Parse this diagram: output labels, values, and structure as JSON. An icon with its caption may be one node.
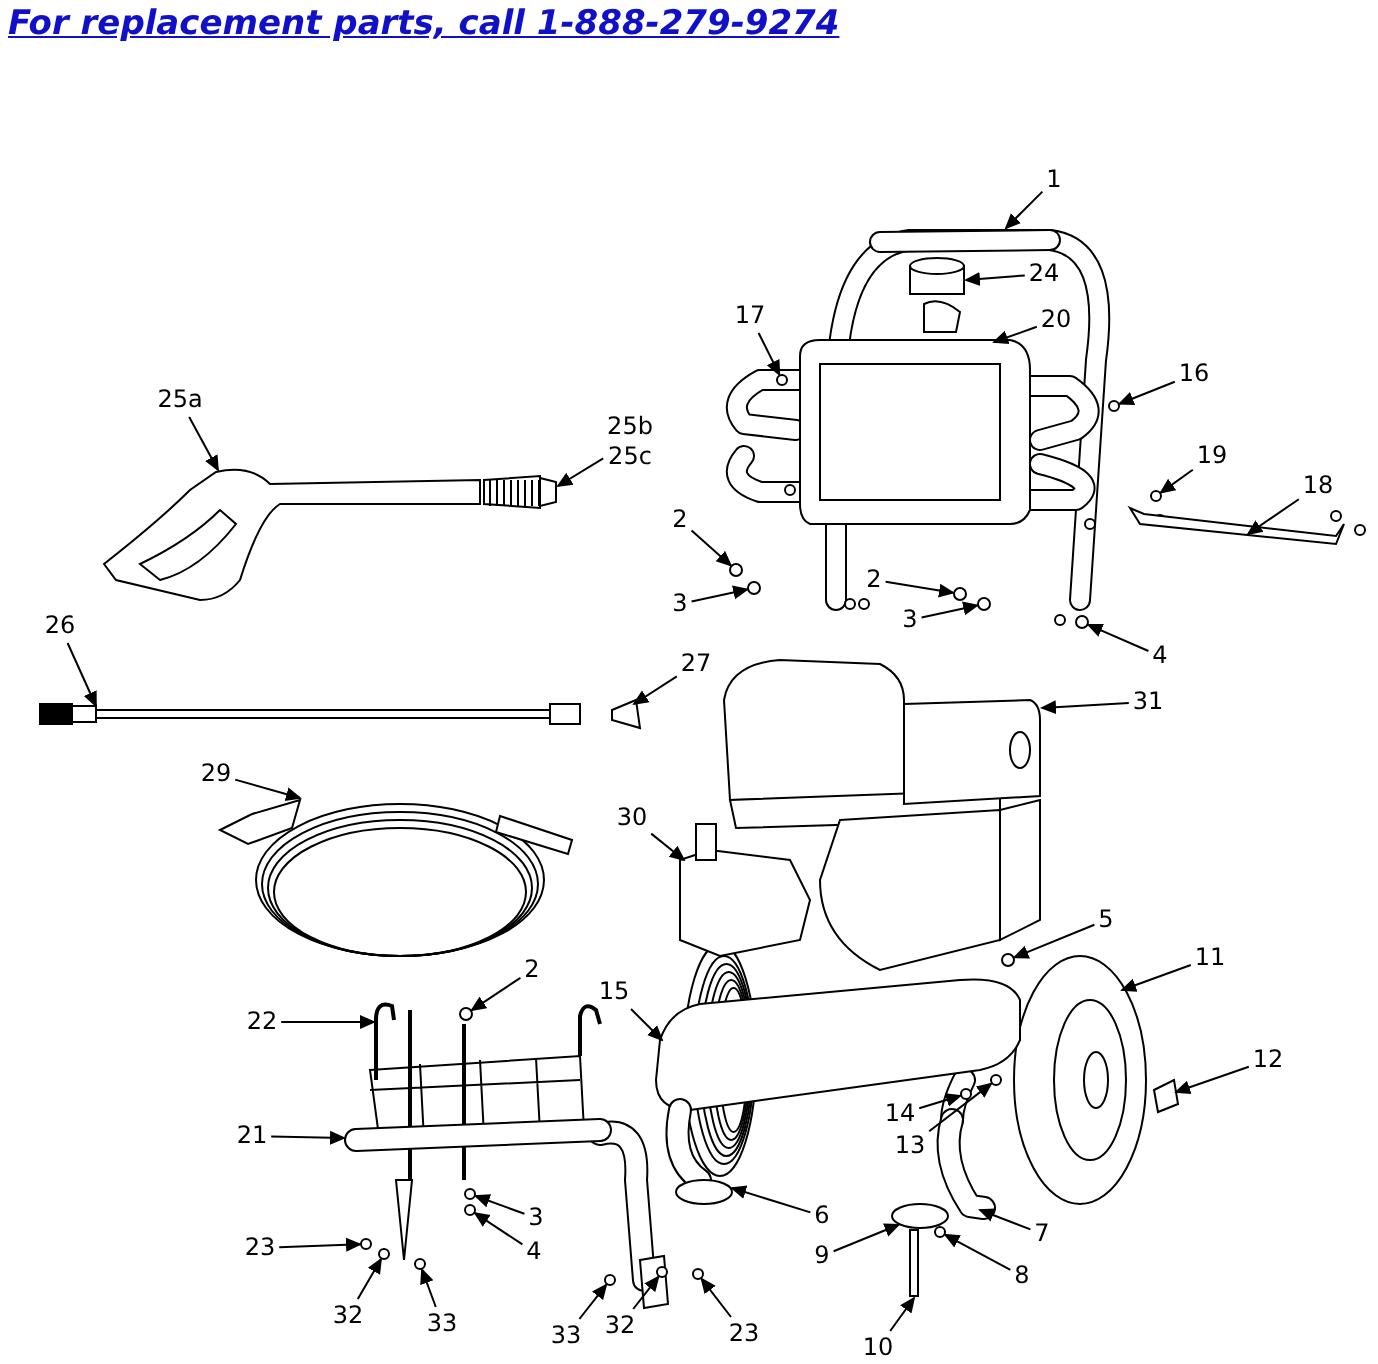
{
  "diagram": {
    "title": "For replacement parts, call 1-888-279-9274",
    "nodes": [
      {
        "text": [
          "1"
        ]
      },
      {
        "text": [
          "24"
        ]
      },
      {
        "text": [
          "20"
        ]
      },
      {
        "text": [
          "17"
        ]
      },
      {
        "text": [
          "16"
        ]
      },
      {
        "text": [
          "25a"
        ]
      },
      {
        "text": [
          "25b",
          "25c"
        ]
      },
      {
        "text": [
          "19"
        ]
      },
      {
        "text": [
          "18"
        ]
      },
      {
        "text": [
          "2"
        ]
      },
      {
        "text": [
          "3"
        ]
      },
      {
        "text": [
          "2"
        ]
      },
      {
        "text": [
          "3"
        ]
      },
      {
        "text": [
          "4"
        ]
      },
      {
        "text": [
          "26"
        ]
      },
      {
        "text": [
          "27"
        ]
      },
      {
        "text": [
          "31"
        ]
      },
      {
        "text": [
          "29"
        ]
      },
      {
        "text": [
          "30"
        ]
      },
      {
        "text": [
          "5"
        ]
      },
      {
        "text": [
          "11"
        ]
      },
      {
        "text": [
          "12"
        ]
      },
      {
        "text": [
          "15"
        ]
      },
      {
        "text": [
          "2"
        ]
      },
      {
        "text": [
          "22"
        ]
      },
      {
        "text": [
          "14"
        ]
      },
      {
        "text": [
          "13"
        ]
      },
      {
        "text": [
          "21"
        ]
      },
      {
        "text": [
          "6"
        ]
      },
      {
        "text": [
          "7"
        ]
      },
      {
        "text": [
          "3"
        ]
      },
      {
        "text": [
          "4"
        ]
      },
      {
        "text": [
          "9"
        ]
      },
      {
        "text": [
          "8"
        ]
      },
      {
        "text": [
          "23"
        ]
      },
      {
        "text": [
          "32"
        ]
      },
      {
        "text": [
          "33"
        ]
      },
      {
        "text": [
          "33"
        ]
      },
      {
        "text": [
          "32"
        ]
      },
      {
        "text": [
          "23"
        ]
      },
      {
        "text": [
          "10"
        ]
      },
      {
        "text": [],
        "shape": "picture"
      },
      {
        "text": [],
        "shape": "cylinder"
      },
      {
        "text": [],
        "shape": "picture"
      },
      {
        "text": [],
        "shape": "circle"
      },
      {
        "text": [],
        "shape": "circle"
      },
      {
        "text": [],
        "shape": "picture"
      },
      {
        "text": [],
        "shape": "picture"
      },
      {
        "text": [],
        "shape": "circle"
      },
      {
        "text": [],
        "shape": "picture"
      },
      {
        "text": [],
        "shape": "circle"
      },
      {
        "text": [],
        "shape": "circle"
      },
      {
        "text": [],
        "shape": "circle"
      },
      {
        "text": [],
        "shape": "circle"
      },
      {
        "text": [],
        "shape": "circle"
      },
      {
        "text": [],
        "shape": "picture"
      },
      {
        "text": [],
        "shape": "picture"
      },
      {
        "text": [],
        "shape": "picture"
      },
      {
        "text": [],
        "shape": "picture"
      },
      {
        "text": [],
        "shape": "picture"
      },
      {
        "text": [],
        "shape": "circle"
      },
      {
        "text": [],
        "shape": "picture"
      },
      {
        "text": [],
        "shape": "picture"
      },
      {
        "text": [],
        "shape": "picture"
      },
      {
        "text": [],
        "shape": "circle"
      },
      {
        "text": [],
        "shape": "picture"
      },
      {
        "text": [],
        "shape": "circle"
      },
      {
        "text": [],
        "shape": "circle"
      },
      {
        "text": [],
        "shape": "picture"
      },
      {
        "text": [],
        "shape": "picture"
      },
      {
        "text": [],
        "shape": "picture"
      },
      {
        "text": [],
        "shape": "circle"
      },
      {
        "text": [],
        "shape": "circle"
      },
      {
        "text": [],
        "shape": "circle"
      },
      {
        "text": [],
        "shape": "circle"
      },
      {
        "text": [],
        "shape": "circle"
      },
      {
        "text": [],
        "shape": "circle"
      },
      {
        "text": [],
        "shape": "circle"
      },
      {
        "text": [],
        "shape": "circle"
      },
      {
        "text": [],
        "shape": "circle"
      },
      {
        "text": [],
        "shape": "circle"
      },
      {
        "text": [],
        "shape": "box"
      }
    ],
    "edges": [
      {
        "from": 0,
        "to": 41,
        "arrow": "to"
      },
      {
        "from": 1,
        "to": 42,
        "arrow": "to"
      },
      {
        "from": 2,
        "to": 43,
        "arrow": "to"
      },
      {
        "from": 3,
        "to": 44,
        "arrow": "to"
      },
      {
        "from": 4,
        "to": 45,
        "arrow": "to"
      },
      {
        "from": 5,
        "to": 46,
        "arrow": "to"
      },
      {
        "from": 6,
        "to": 47,
        "arrow": "to"
      },
      {
        "from": 7,
        "to": 48,
        "arrow": "to"
      },
      {
        "from": 8,
        "to": 49,
        "arrow": "to"
      },
      {
        "from": 9,
        "to": 50,
        "arrow": "to"
      },
      {
        "from": 10,
        "to": 51,
        "arrow": "to"
      },
      {
        "from": 11,
        "to": 52,
        "arrow": "to"
      },
      {
        "from": 12,
        "to": 53,
        "arrow": "to"
      },
      {
        "from": 13,
        "to": 54,
        "arrow": "to"
      },
      {
        "from": 14,
        "to": 55,
        "arrow": "to"
      },
      {
        "from": 15,
        "to": 56,
        "arrow": "to"
      },
      {
        "from": 16,
        "to": 57,
        "arrow": "to"
      },
      {
        "from": 17,
        "to": 58,
        "arrow": "to"
      },
      {
        "from": 18,
        "to": 59,
        "arrow": "to"
      },
      {
        "from": 19,
        "to": 60,
        "arrow": "to"
      },
      {
        "from": 20,
        "to": 61,
        "arrow": "to"
      },
      {
        "from": 21,
        "to": 62,
        "arrow": "to"
      },
      {
        "from": 22,
        "to": 63,
        "arrow": "to"
      },
      {
        "from": 23,
        "to": 64,
        "arrow": "to"
      },
      {
        "from": 24,
        "to": 65,
        "arrow": "to"
      },
      {
        "from": 25,
        "to": 66,
        "arrow": "to"
      },
      {
        "from": 26,
        "to": 67,
        "arrow": "to"
      },
      {
        "from": 27,
        "to": 68,
        "arrow": "to"
      },
      {
        "from": 28,
        "to": 69,
        "arrow": "to"
      },
      {
        "from": 29,
        "to": 70,
        "arrow": "to"
      },
      {
        "from": 30,
        "to": 71,
        "arrow": "to"
      },
      {
        "from": 31,
        "to": 72,
        "arrow": "to"
      },
      {
        "from": 32,
        "to": 73,
        "arrow": "to"
      },
      {
        "from": 33,
        "to": 74,
        "arrow": "to"
      },
      {
        "from": 34,
        "to": 75,
        "arrow": "to"
      },
      {
        "from": 35,
        "to": 76,
        "arrow": "to"
      },
      {
        "from": 36,
        "to": 77,
        "arrow": "to"
      },
      {
        "from": 37,
        "to": 78,
        "arrow": "to"
      },
      {
        "from": 38,
        "to": 79,
        "arrow": "to"
      },
      {
        "from": 39,
        "to": 80,
        "arrow": "to"
      },
      {
        "from": 40,
        "to": 81,
        "arrow": "to"
      }
    ]
  }
}
